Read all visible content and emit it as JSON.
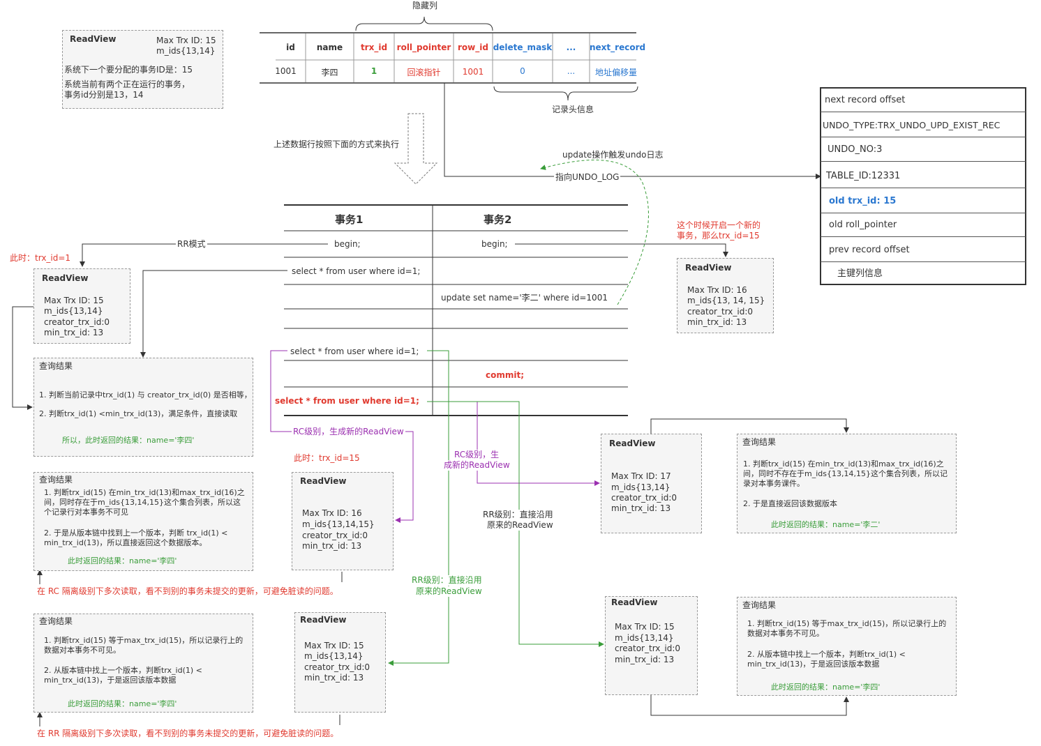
{
  "top_note": {
    "title": "ReadView",
    "max": "Max Trx ID: 15",
    "mids": "m_ids{13,14}",
    "line1": "系统下一个要分配的事务ID是：15",
    "line2": "系统当前有两个正在运行的事务，",
    "line3": "事务id分别是13，14"
  },
  "table": {
    "hidden_cols_label": "隐藏列",
    "record_header_label": "记录头信息",
    "headers": [
      "id",
      "name",
      "trx_id",
      "roll_pointer",
      "row_id",
      "delete_mask",
      "...",
      "next_record"
    ],
    "row": [
      "1001",
      "李四",
      "1",
      "回滚指针",
      "1001",
      "0",
      "...",
      "地址偏移量"
    ]
  },
  "exec_label": "上述数据行按照下面的方式来执行",
  "undo_trigger_label": "update操作触发undo日志",
  "undo_pointer_label": "指向UNDO_LOG",
  "undo_log": [
    "next record offset",
    "UNDO_TYPE:TRX_UNDO_UPD_EXIST_REC",
    "UNDO_NO:3",
    "TABLE_ID:12331",
    "old trx_id: 15",
    "old roll_pointer",
    "prev record offset",
    "主键列信息"
  ],
  "txn": {
    "h1": "事务1",
    "h2": "事务2",
    "begin1": "begin;",
    "begin2": "begin;",
    "select1": "select * from user where id=1;",
    "update": "update set name='李二' where id=1001",
    "select2": "select * from user where id=1;",
    "commit": "commit;",
    "select3": "select * from user where id=1;"
  },
  "labels": {
    "rr_mode": "RR模式",
    "now_trx1": "此时：trx_id=1",
    "new_txn_1": "这个时候开启一个新的",
    "new_txn_2": "事务，那么trx_id=15",
    "rc_new_rv": "RC级别，生成新的ReadView",
    "now_trx15": "此时：trx_id=15",
    "rc_new_rv2_1": "RC级别，生",
    "rc_new_rv2_2": "成新的ReadView",
    "rr_keep1_1": "RR级别：直接沿用",
    "rr_keep1_2": "原来的ReadView",
    "rr_keep2_1": "RR级别：直接沿用",
    "rr_keep2_2": "原来的ReadView",
    "rc_note": "在 RC 隔离级别下多次读取，看不到别的事务未提交的更新，可避免脏读的问题。",
    "rr_note": "在 RR 隔离级别下多次读取，看不到别的事务未提交的更新，可避免脏读的问题。"
  },
  "rv1": {
    "title": "ReadView",
    "l1": "Max Trx ID: 15",
    "l2": "m_ids{13,14}",
    "l3": "creator_trx_id:0",
    "l4": "min_trx_id: 13"
  },
  "rv2": {
    "title": "ReadView",
    "l1": "Max Trx ID: 16",
    "l2": "m_ids{13, 14, 15}",
    "l3": "creator_trx_id:0",
    "l4": "min_trx_id: 13"
  },
  "rv3": {
    "title": "ReadView",
    "l1": "Max Trx ID: 16",
    "l2": "m_ids{13,14,15}",
    "l3": "creator_trx_id:0",
    "l4": "min_trx_id: 13"
  },
  "rv4": {
    "title": "ReadView",
    "l1": "Max Trx ID: 15",
    "l2": "m_ids{13,14}",
    "l3": "creator_trx_id:0",
    "l4": "min_trx_id: 13"
  },
  "rv5": {
    "title": "ReadView",
    "l1": "Max Trx ID: 17",
    "l2": "m_ids{13,14}",
    "l3": "creator_trx_id:0",
    "l4": "min_trx_id: 13"
  },
  "rv6": {
    "title": "ReadView",
    "l1": "Max Trx ID: 15",
    "l2": "m_ids{13,14}",
    "l3": "creator_trx_id:0",
    "l4": "min_trx_id: 13"
  },
  "qr1": {
    "title": "查询结果",
    "p1": "1. 判断当前记录中trx_id(1) 与 creator_trx_id(0) 是否相等，",
    "p2": "2. 判断trx_id(1) <min_trx_id(13)，满足条件，直接读取",
    "result": "所以，此时返回的结果：name='李四'"
  },
  "qr2": {
    "title": "查询结果",
    "p1": "1. 判断trx_id(15) 在min_trx_id(13)和max_trx_id(16)之间，同时存在于m_ids{13,14,15}这个集合列表，所以这个记录行对本事务不可见",
    "p2": "2. 于是从版本链中找到上一个版本，判断 trx_id(1) < min_trx_id(13)，所以直接返回这个数据版本。",
    "result": "此时返回的结果：name='李四'"
  },
  "qr3": {
    "title": "查询结果",
    "p1": "1. 判断trx_id(15) 等于max_trx_id(15)，所以记录行上的数据对本事务不可见。",
    "p2": "2. 从版本链中找上一个版本，判断trx_id(1) < min_trx_id(13)，于是返回该版本数据",
    "result": "此时返回的结果：name='李四'"
  },
  "qr4": {
    "title": "查询结果",
    "p1": "1. 判断trx_id(15) 在min_trx_id(13)和max_trx_id(16)之间，同时不存在于m_ids{13,14,15}这个集合列表，所以记录对本事务课件。",
    "p2": "2. 于是直接返回该数据版本",
    "result": "此时返回的结果：name='李二'"
  },
  "qr5": {
    "title": "查询结果",
    "p1": "1. 判断trx_id(15) 等于max_trx_id(15)，所以记录行上的数据对本事务不可见。",
    "p2": "2. 从版本链中找上一个版本，判断trx_id(1) < min_trx_id(13)，于是返回该版本数据",
    "result": "此时返回的结果：name='李四'"
  },
  "colors": {
    "red": "#e03a2f",
    "green": "#3a9d3a",
    "blue": "#2b78d0",
    "purple": "#9b30b0",
    "line": "#333333"
  }
}
